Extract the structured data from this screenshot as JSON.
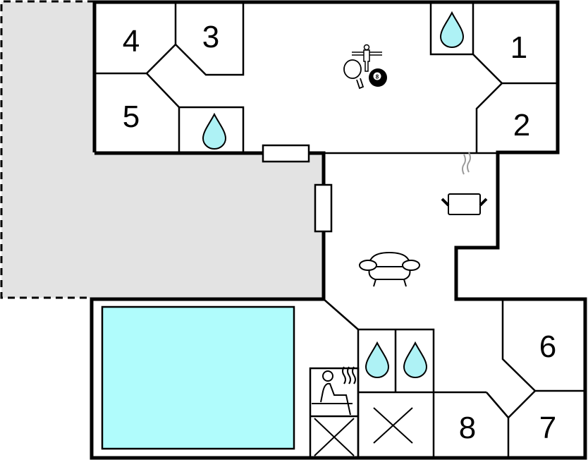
{
  "diagram": {
    "type": "floor-plan",
    "colors": {
      "wall": "#000000",
      "outdoor_terrace": "#e3e3e3",
      "pool_water": "#b0fcfc",
      "water_drop": "#aef2f5",
      "steam": "#9a9a9a",
      "background": "#ffffff"
    },
    "rooms": [
      {
        "id": "room-1",
        "label": "1",
        "kind": "bedroom"
      },
      {
        "id": "room-2",
        "label": "2",
        "kind": "bedroom"
      },
      {
        "id": "room-3",
        "label": "3",
        "kind": "bedroom"
      },
      {
        "id": "room-4",
        "label": "4",
        "kind": "bedroom"
      },
      {
        "id": "room-5",
        "label": "5",
        "kind": "bedroom"
      },
      {
        "id": "room-6",
        "label": "6",
        "kind": "bedroom"
      },
      {
        "id": "room-7",
        "label": "7",
        "kind": "bedroom"
      },
      {
        "id": "room-8",
        "label": "8",
        "kind": "bedroom"
      }
    ],
    "areas": [
      {
        "id": "games-room",
        "icons": [
          "table-tennis-paddle-icon",
          "table-football-icon",
          "billiard-8-ball-icon"
        ]
      },
      {
        "id": "kitchen",
        "icons": [
          "cooking-pot-icon"
        ]
      },
      {
        "id": "living-room",
        "icons": [
          "sofa-icon"
        ]
      },
      {
        "id": "indoor-pool",
        "icons": []
      },
      {
        "id": "sauna",
        "icons": [
          "sauna-icon"
        ]
      },
      {
        "id": "bathrooms",
        "count": 4,
        "icons": [
          "water-drop-icon"
        ]
      },
      {
        "id": "storage",
        "count": 2,
        "icons": [
          "cross-x-icon"
        ]
      },
      {
        "id": "terrace",
        "style": "dashed-outline"
      }
    ],
    "ball_number": "8",
    "windows": 2
  }
}
